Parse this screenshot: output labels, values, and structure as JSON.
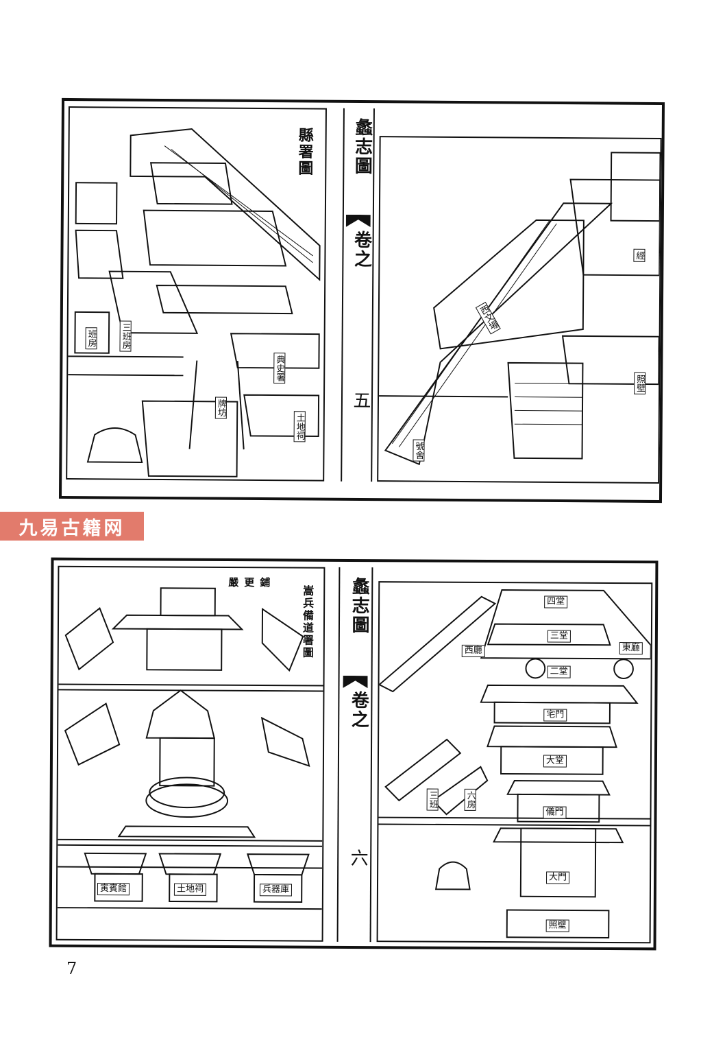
{
  "watermark": "九易古籍网",
  "page_number": "7",
  "spreads": [
    {
      "book_title": "蠡志圖",
      "volume": "卷之",
      "folio": "五",
      "left_panel": {
        "title": "縣署圖",
        "labels": [
          "典史署",
          "土地祠",
          "三班房",
          "班房",
          "牌坊"
        ]
      },
      "right_panel": {
        "labels": [
          "經",
          "西文場",
          "照壁",
          "號舍"
        ]
      }
    },
    {
      "book_title": "蠡志圖",
      "volume": "卷之",
      "folio": "六",
      "left_panel": {
        "title": "嵩兵備道署圖",
        "subtitle": "嚴更鋪",
        "labels": [
          "寅賓館",
          "土地祠",
          "兵器庫"
        ]
      },
      "right_panel": {
        "labels": [
          "四堂",
          "三堂",
          "二堂",
          "宅門",
          "大堂",
          "儀門",
          "大門",
          "照壁",
          "東廳",
          "西廳",
          "三班",
          "六房"
        ]
      }
    }
  ]
}
